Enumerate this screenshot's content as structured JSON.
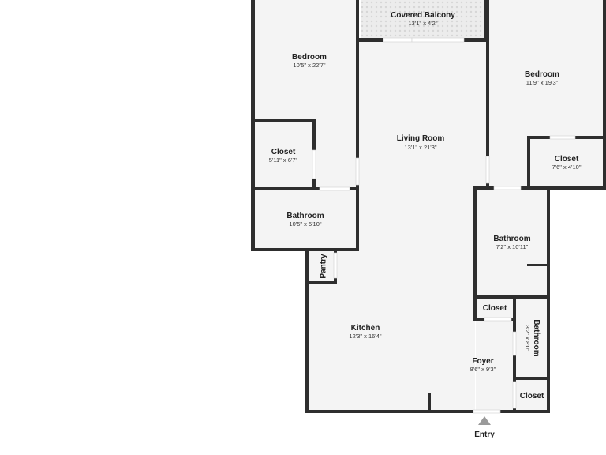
{
  "rooms": [
    {
      "id": "balcony",
      "name": "Covered Balcony",
      "dims": "13'1\" x 4'2\""
    },
    {
      "id": "bedroom-left",
      "name": "Bedroom",
      "dims": "10'5\" x 22'7\""
    },
    {
      "id": "bedroom-right",
      "name": "Bedroom",
      "dims": "11'9\" x 19'3\""
    },
    {
      "id": "living-room",
      "name": "Living Room",
      "dims": "13'1\" x 21'3\""
    },
    {
      "id": "closet-left",
      "name": "Closet",
      "dims": "5'11\" x 6'7\""
    },
    {
      "id": "closet-right",
      "name": "Closet",
      "dims": "7'6\" x 4'10\""
    },
    {
      "id": "bathroom-left",
      "name": "Bathroom",
      "dims": "10'5\" x 5'10\""
    },
    {
      "id": "bathroom-right",
      "name": "Bathroom",
      "dims": "7'2\" x 10'11\""
    },
    {
      "id": "pantry",
      "name": "Pantry",
      "dims": ""
    },
    {
      "id": "closet-small",
      "name": "Closet",
      "dims": ""
    },
    {
      "id": "bathroom-small",
      "name": "Bathroom",
      "dims": "3'2\" x 8'0\""
    },
    {
      "id": "kitchen",
      "name": "Kitchen",
      "dims": "12'3\" x 16'4\""
    },
    {
      "id": "foyer",
      "name": "Foyer",
      "dims": "8'6\" x 9'3\""
    },
    {
      "id": "closet-entry",
      "name": "Closet",
      "dims": ""
    }
  ],
  "entry": {
    "label": "Entry"
  },
  "colors": {
    "wall": "#2e2e2e",
    "floor": "#f4f4f4",
    "balcony": "#e6e6e6",
    "entry_arrow": "#9a9a9a"
  }
}
